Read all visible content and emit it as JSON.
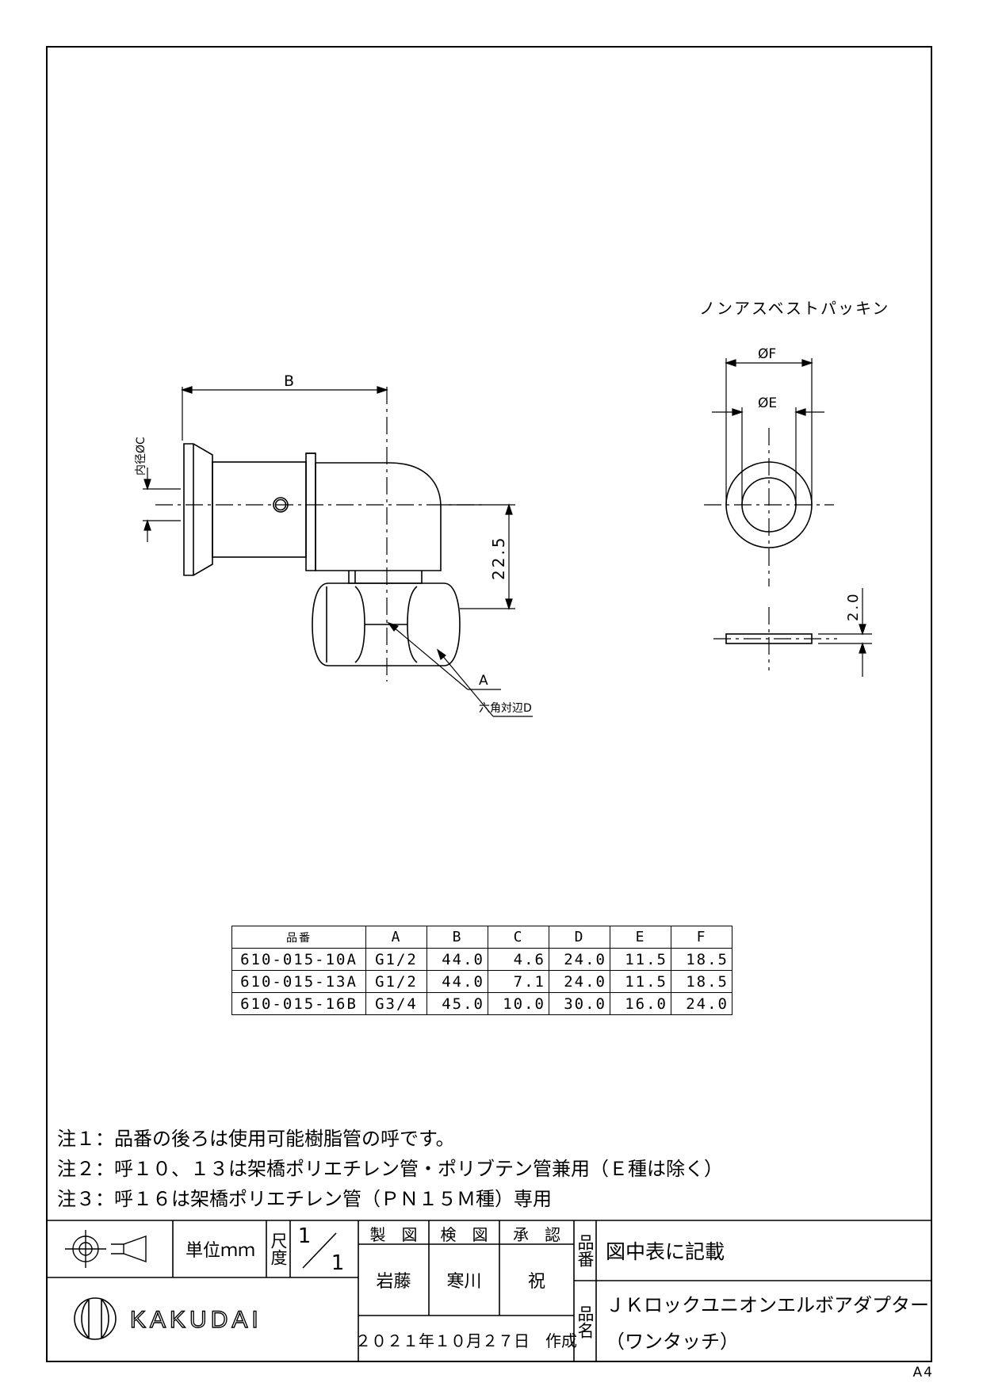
{
  "drawing": {
    "dimension_labels": {
      "b": "B",
      "inner_dia": "内径ØC",
      "height": "22.5",
      "thread": "A",
      "hex": "六角対辺D",
      "packing_title": "ノンアスベストパッキン",
      "outer_dia": "ØF",
      "inner_dia_e": "ØE",
      "thickness": "2.0"
    }
  },
  "table": {
    "headers": [
      "品番",
      "A",
      "B",
      "C",
      "D",
      "E",
      "F"
    ],
    "rows": [
      [
        "610-015-10A",
        "G1/2",
        "44.0",
        "4.6",
        "24.0",
        "11.5",
        "18.5"
      ],
      [
        "610-015-13A",
        "G1/2",
        "44.0",
        "7.1",
        "24.0",
        "11.5",
        "18.5"
      ],
      [
        "610-015-16B",
        "G3/4",
        "45.0",
        "10.0",
        "30.0",
        "16.0",
        "24.0"
      ]
    ]
  },
  "notes": [
    "注１：品番の後ろは使用可能樹脂管の呼です。",
    "注２：呼１０、１３は架橋ポリエチレン管・ポリブテン管兼用（Ｅ種は除く）",
    "注３：呼１６は架橋ポリエチレン管（ＰＮ１５Ｍ種）専用"
  ],
  "title_block": {
    "unit": "単位ｍｍ",
    "scale_label": "尺度",
    "scale_num": "1",
    "scale_den": "1",
    "drawn_label": "製　図",
    "checked_label": "検　図",
    "approved_label": "承　認",
    "drawn_by": "岩藤",
    "checked_by": "寒川",
    "approved_by": "祝",
    "date": "２０２１年１０月２７日　作成",
    "part_no_label": "品番",
    "part_no_value": "図中表に記載",
    "part_name_label": "品名",
    "part_name_line1": "ＪＫロックユニオンエルボアダプター",
    "part_name_line2": "（ワンタッチ）",
    "company": "KAKUDAI"
  },
  "sheet_size": "A4"
}
